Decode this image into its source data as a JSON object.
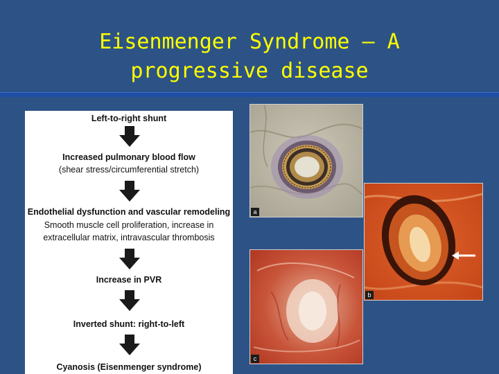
{
  "slide": {
    "title_line1": "Eisenmenger Syndrome – A",
    "title_line2": "progressive disease"
  },
  "flowchart": {
    "steps": [
      {
        "main": "Left-to-right shunt"
      },
      {
        "main": "Increased pulmonary blood flow",
        "detail": "(shear stress/circumferential stretch)"
      },
      {
        "main": "Endothelial dysfunction and vascular remodeling",
        "detail_line1": "Smooth muscle cell proliferation, increase in",
        "detail_line2": "extracellular matrix, intravascular thrombosis"
      },
      {
        "main": "Increase in PVR"
      },
      {
        "main": "Inverted shunt: right-to-left"
      },
      {
        "main": "Cyanosis (Eisenmenger syndrome)"
      }
    ]
  },
  "histology": {
    "panels": [
      {
        "letter": "a"
      },
      {
        "letter": "b"
      },
      {
        "letter": "c"
      }
    ]
  },
  "colors": {
    "background": "#2d5386",
    "title": "#ffff00",
    "rule": "#1f4ea6"
  }
}
